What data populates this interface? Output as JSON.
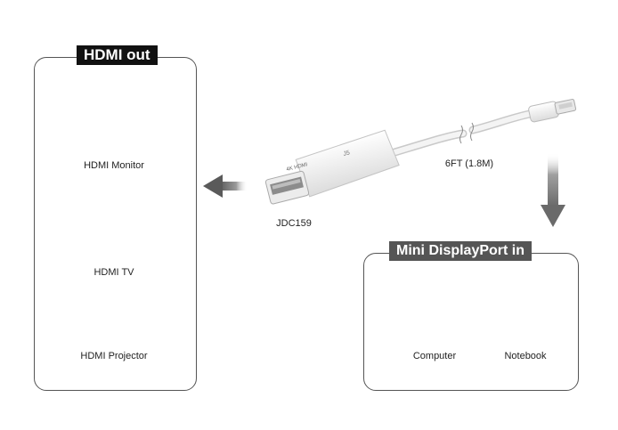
{
  "hdmi_out": {
    "title": "HDMI out",
    "devices": [
      {
        "label": "HDMI Monitor",
        "icon": "monitor-icon"
      },
      {
        "label": "HDMI TV",
        "icon": "tv-icon"
      },
      {
        "label": "HDMI Projector",
        "icon": "projector-icon"
      }
    ]
  },
  "mini_dp_in": {
    "title": "Mini DisplayPort in",
    "devices": [
      {
        "label": "Computer",
        "icon": "desktop-computer-icon"
      },
      {
        "label": "Notebook",
        "icon": "laptop-icon"
      }
    ]
  },
  "cable": {
    "model": "JDC159",
    "length": "6FT (1.8M)",
    "plug_text": "4K HDMI"
  },
  "colors": {
    "screen_blue": "#1f5a9e",
    "arrow_gray": "#8a8a8a",
    "panel_border": "#555555"
  }
}
